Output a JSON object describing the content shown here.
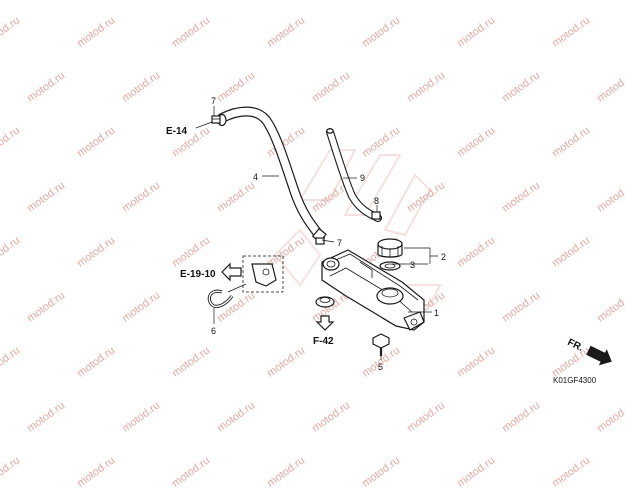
{
  "watermark": {
    "text": "motod.ru",
    "color": "#e2a9a4"
  },
  "references": {
    "e14": "E-14",
    "e1910": "E-19-10",
    "f42": "F-42",
    "fr": "FR."
  },
  "callouts": {
    "c1": "1",
    "c2": "2",
    "c3": "3",
    "c4": "4",
    "c5": "5",
    "c6": "6",
    "c7a": "7",
    "c7b": "7",
    "c8": "8",
    "c9": "9"
  },
  "diagram_code": "K01GF4300",
  "icons": {
    "reference_arrow": "hollow-arrow-icon",
    "front_arrow": "front-direction-arrow-icon"
  }
}
